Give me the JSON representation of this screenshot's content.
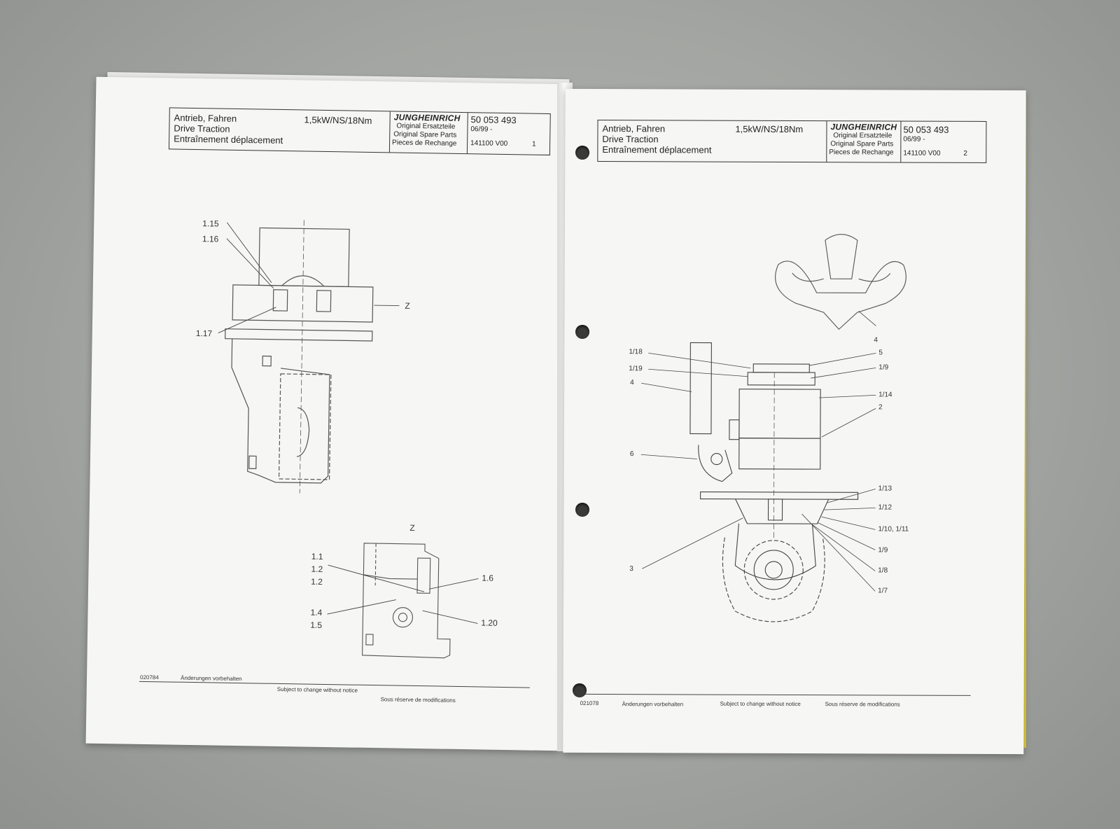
{
  "left_page": {
    "header": {
      "title_de": "Antrieb,  Fahren",
      "title_en": "Drive Traction",
      "title_fr": "Entraînement déplacement",
      "spec": "1,5kW/NS/18Nm",
      "brand": "JUNGHEINRICH",
      "brand_lines": [
        "Original Ersatzteile",
        "Original Spare Parts",
        "Pieces de Rechange"
      ],
      "part_no": "50 053 493",
      "date": "06/99 -",
      "code": "141100  V00",
      "page": "1"
    },
    "labels": [
      "1.15",
      "1.16",
      "1.17",
      "Z"
    ],
    "detail_title": "Z",
    "detail_labels": [
      "1.1",
      "1.2",
      "1.2",
      "1.4",
      "1.5",
      "1.6",
      "1.20"
    ],
    "footer": {
      "number": "020784",
      "de": "Änderungen vorbehalten",
      "en": "Subject to change without notice",
      "fr": "Sous réserve de modifications"
    }
  },
  "right_page": {
    "header": {
      "title_de": "Antrieb,  Fahren",
      "title_en": "Drive Traction",
      "title_fr": "Entraînement déplacement",
      "spec": "1,5kW/NS/18Nm",
      "brand": "JUNGHEINRICH",
      "brand_lines": [
        "Original Ersatzteile",
        "Original Spare Parts",
        "Pieces de Rechange"
      ],
      "part_no": "50 053 493",
      "date": "06/99 -",
      "code": "141100  V00",
      "page": "2"
    },
    "labels_left": [
      "1/18",
      "1/19",
      "4",
      "6",
      "3"
    ],
    "labels_right": [
      "4",
      "5",
      "1/9",
      "1/14",
      "2",
      "1/13",
      "1/12",
      "1/10, 1/11",
      "1/9",
      "1/8",
      "1/7"
    ],
    "footer": {
      "number": "021078",
      "de": "Änderungen vorbehalten",
      "en": "Subject to change without notice",
      "fr": "Sous réserve de modifications"
    }
  }
}
